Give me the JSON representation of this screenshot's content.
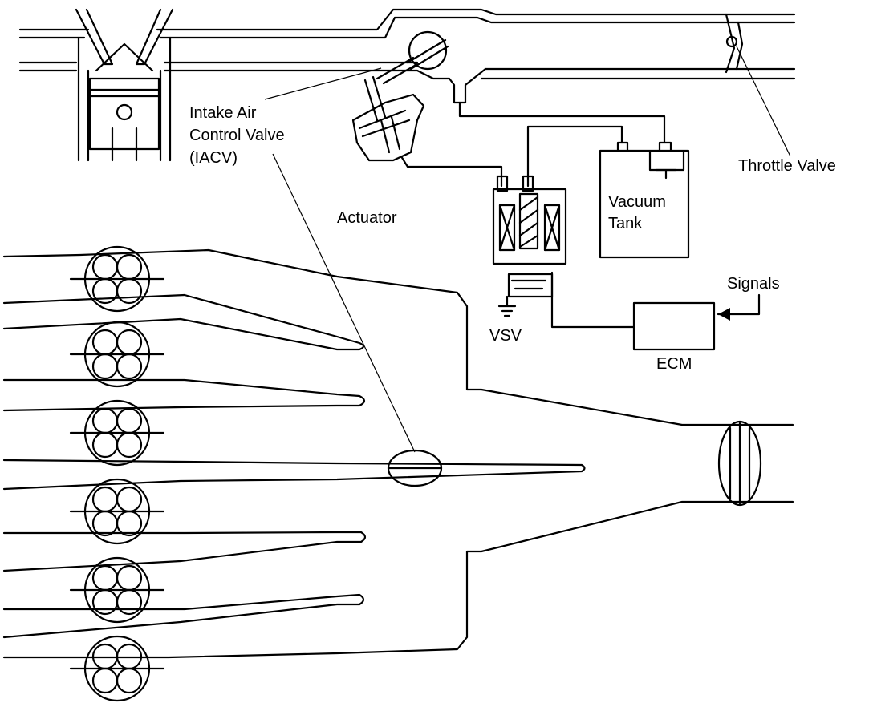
{
  "labels": {
    "iacv_line1": "Intake Air",
    "iacv_line2": "Control Valve",
    "iacv_line3": "(IACV)",
    "actuator": "Actuator",
    "throttle_valve": "Throttle Valve",
    "vacuum_tank_line1": "Vacuum",
    "vacuum_tank_line2": "Tank",
    "signals": "Signals",
    "vsv": "VSV",
    "ecm": "ECM"
  }
}
